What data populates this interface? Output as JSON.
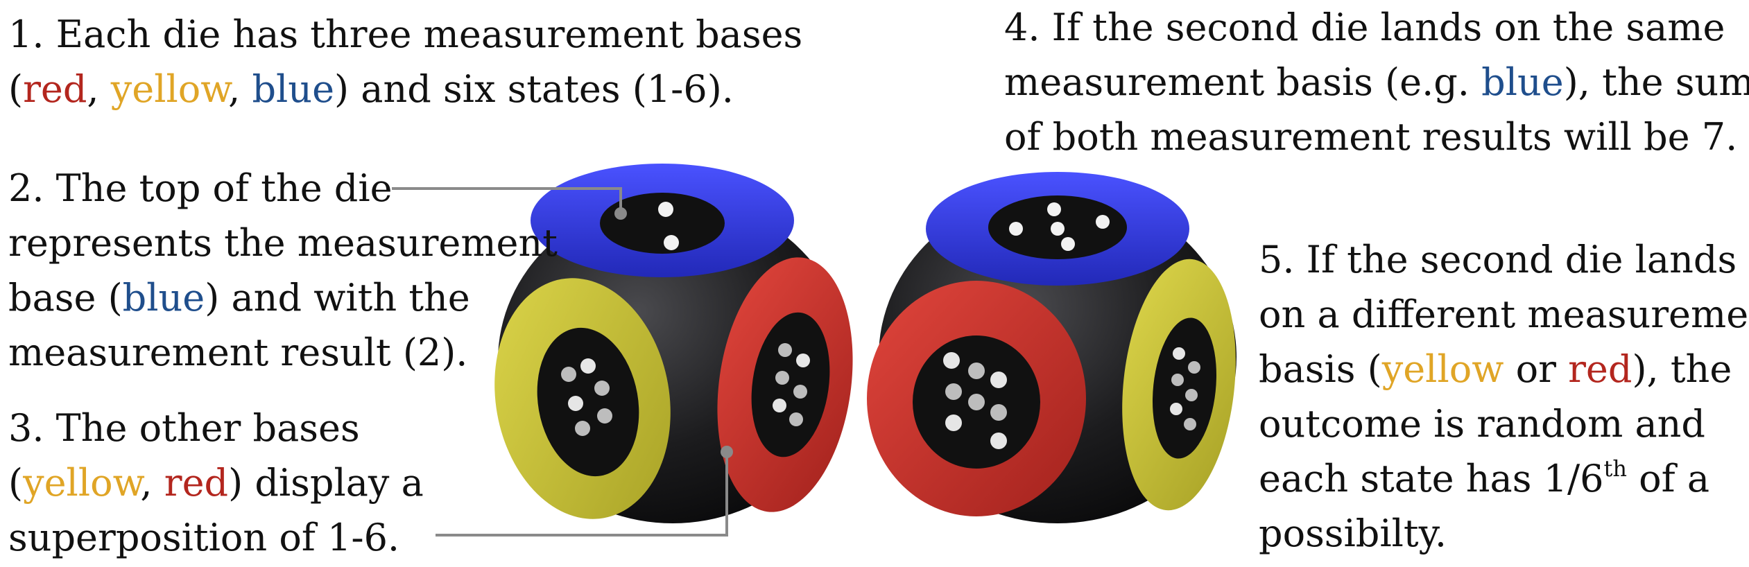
{
  "colors": {
    "red": "#b3261e",
    "yellow": "#e0a526",
    "blue": "#1f4e8c",
    "die_body": "#1c1c1e",
    "die_blue": "#2f38d6",
    "die_red": "#c9302c",
    "die_yellow": "#c9c234"
  },
  "captions": {
    "c1": {
      "l1": "1. Each die has three measurement bases",
      "l2_open": "(",
      "red": "red",
      "sep1": ", ",
      "yellow": "yellow",
      "sep2": ", ",
      "blue": "blue",
      "l2_close": ") and six states (1-6)."
    },
    "c2": {
      "l1": "2. The top of the die",
      "l2": "represents the measurement",
      "l3_open": "base (",
      "blue": "blue",
      "l3_close": ") and with the",
      "l4": "measurement result (2)."
    },
    "c3": {
      "l1": "3. The other bases",
      "l2_open": "(",
      "yellow": "yellow",
      "sep": ", ",
      "red": "red",
      "l2_close": ") display a",
      "l3": "superposition of 1-6."
    },
    "c4": {
      "l1": "4. If the second die lands on the same",
      "l2_open": "measurement basis (e.g. ",
      "blue": "blue",
      "l2_close": "), the sum",
      "l3": "of both measurement results will be 7."
    },
    "c5": {
      "l1": "5. If the second die lands",
      "l2": "on a different measurement",
      "l3_open": "basis (",
      "yellow": "yellow",
      "mid": " or ",
      "red": "red",
      "l3_close": "), the",
      "l4": "outcome is random and",
      "l5_pre": "each state has 1/6",
      "l5_sup": "th",
      "l5_post": " of a",
      "l6": "possibilty."
    }
  }
}
